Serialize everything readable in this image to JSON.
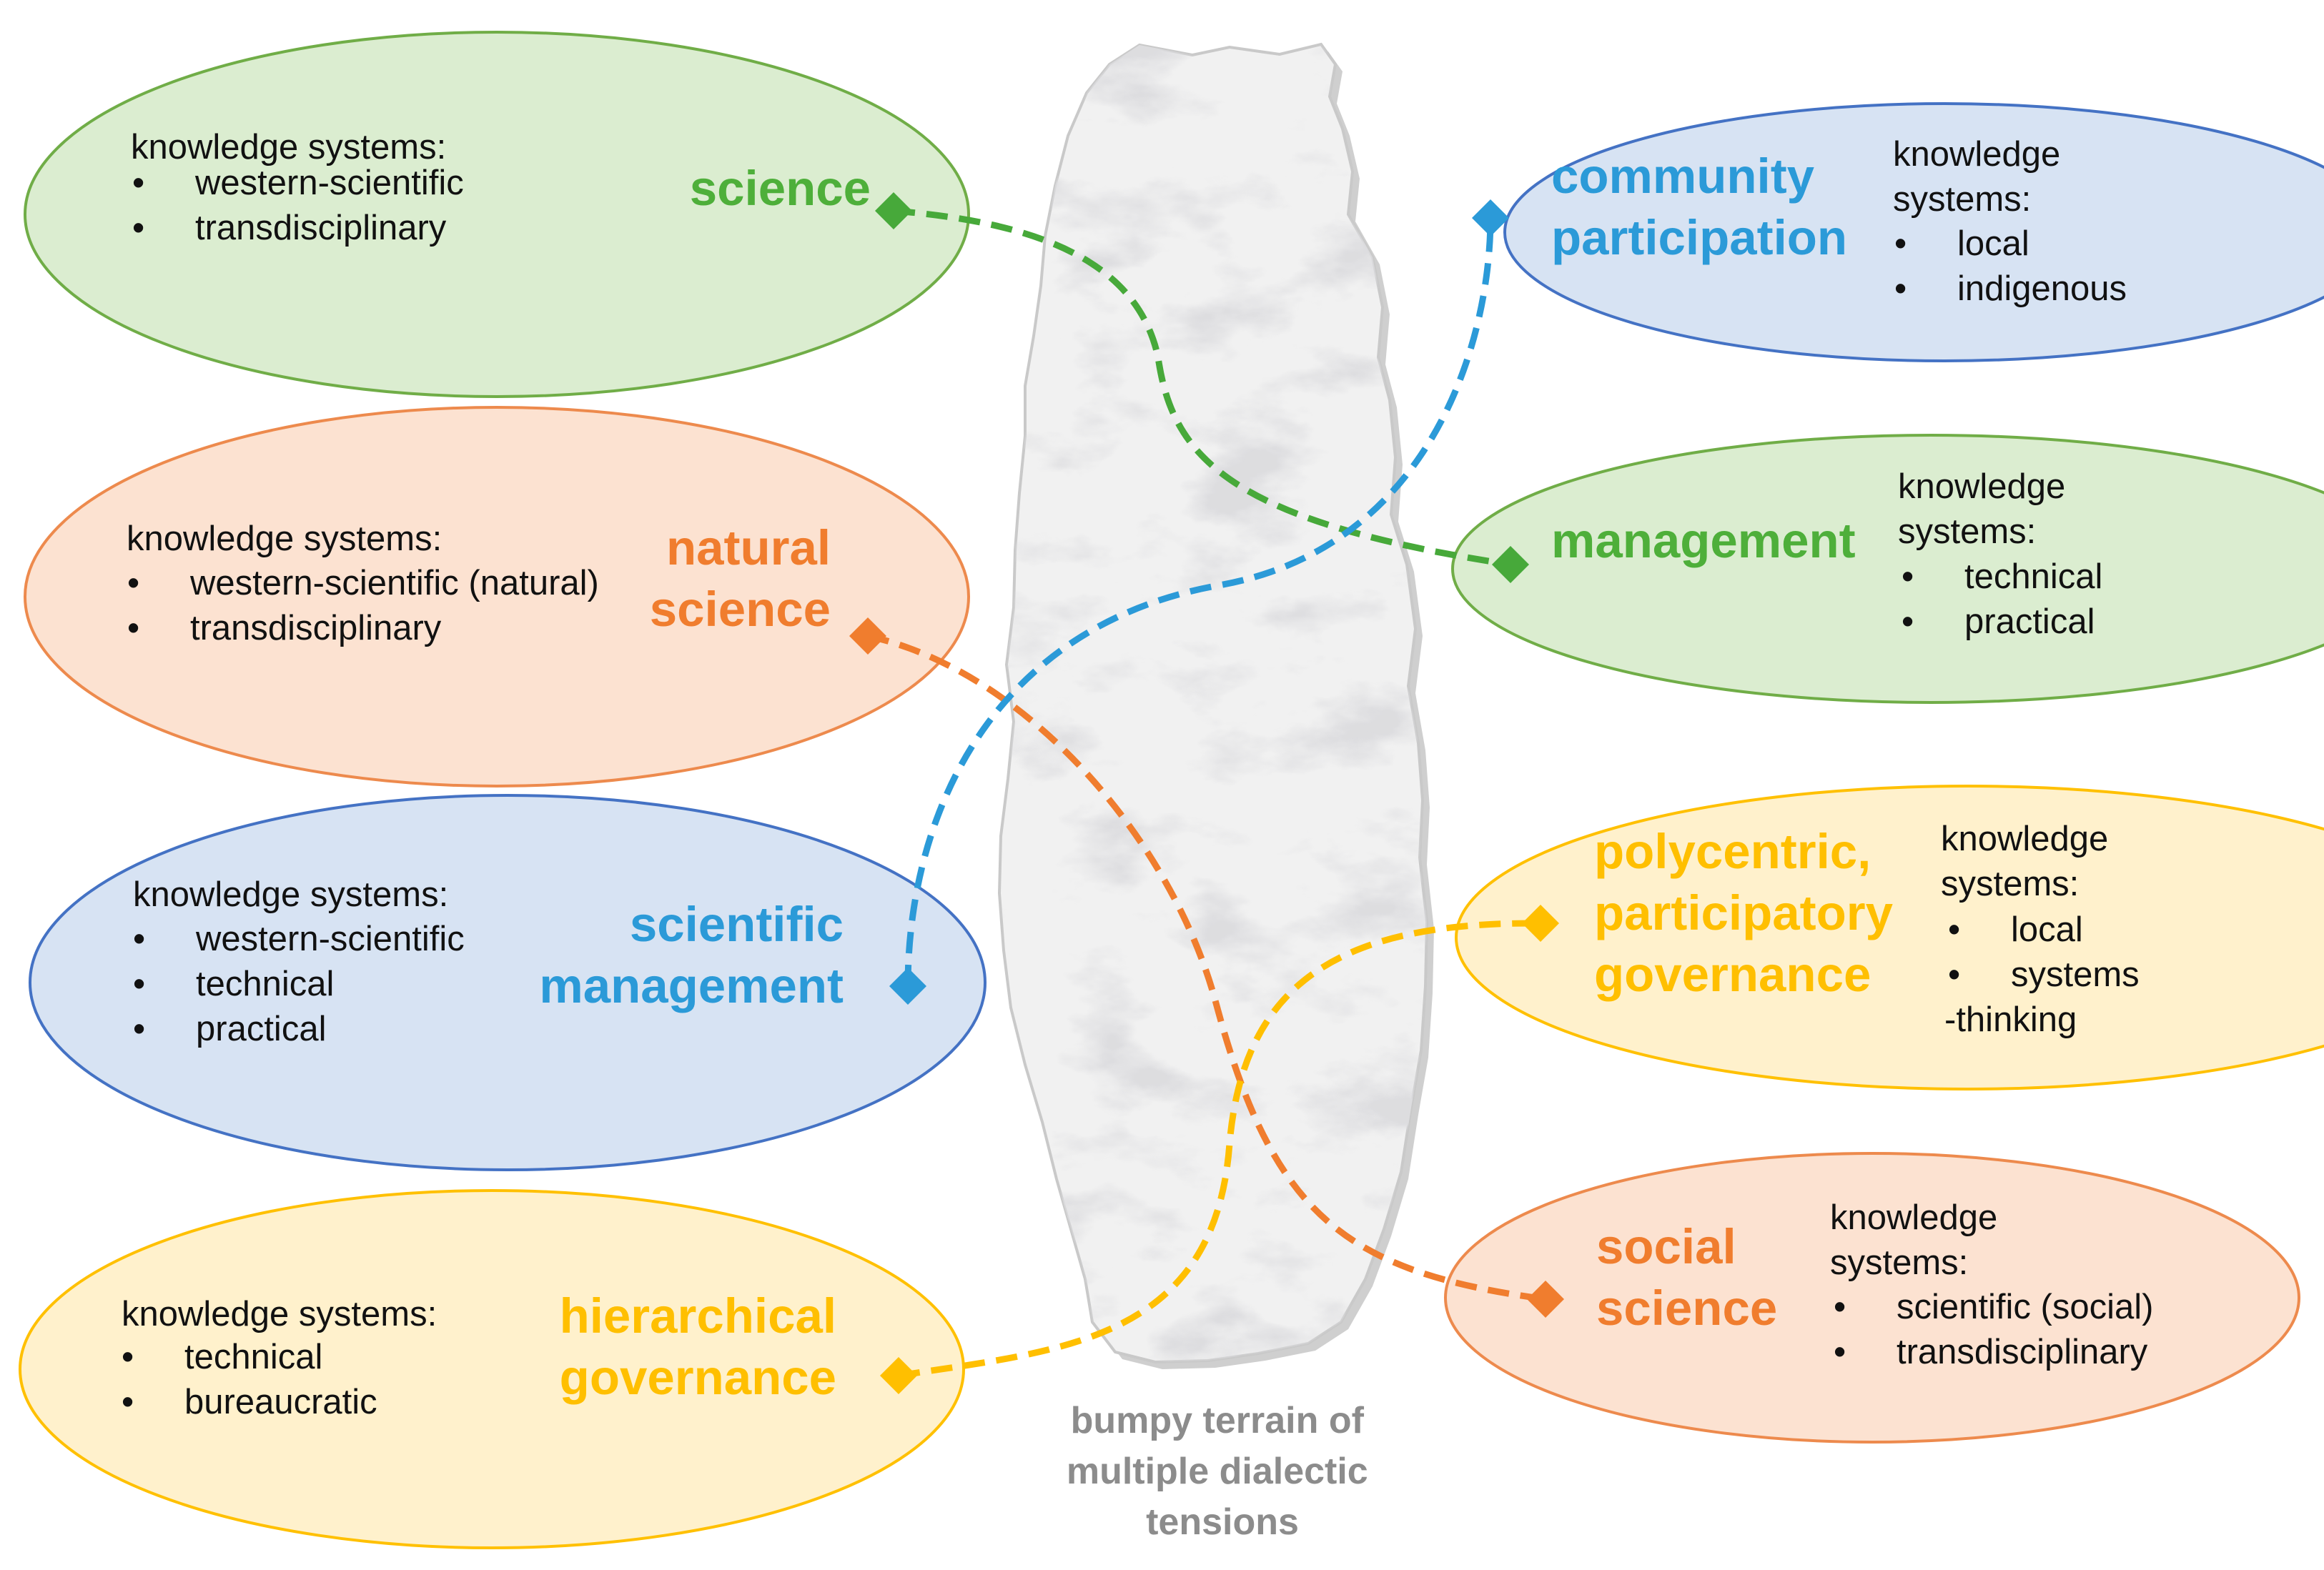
{
  "colors": {
    "green": {
      "fill": "#dbedd0",
      "stroke": "#70ad47",
      "title": "#4eaf3a",
      "line": "#47a93a"
    },
    "orange": {
      "fill": "#fce2d1",
      "stroke": "#ed8a4d",
      "title": "#f07d2e",
      "line": "#f07d2e"
    },
    "blue": {
      "fill": "#d7e3f3",
      "stroke": "#4472c4",
      "title": "#2b9ad8",
      "line": "#2b9ad8"
    },
    "yellow": {
      "fill": "#fff1cc",
      "stroke": "#ffc000",
      "title": "#ffbf00",
      "line": "#ffbf00"
    }
  },
  "terrain_label": [
    "bumpy terrain of",
    "multiple dialectic",
    "tensions"
  ],
  "nodes": [
    {
      "id": "science",
      "color": "green",
      "title": [
        "science"
      ],
      "heading": "knowledge systems:",
      "items": [
        "western-scientific",
        "transdisciplinary"
      ]
    },
    {
      "id": "natural-science",
      "color": "orange",
      "title": [
        "natural",
        "science"
      ],
      "heading": "knowledge systems:",
      "items": [
        "western-scientific (natural)",
        "transdisciplinary"
      ]
    },
    {
      "id": "scientific-management",
      "color": "blue",
      "title": [
        "scientific",
        "management"
      ],
      "heading": "knowledge systems:",
      "items": [
        "western-scientific",
        "technical",
        "practical"
      ]
    },
    {
      "id": "hierarchical-governance",
      "color": "yellow",
      "title": [
        "hierarchical",
        "governance"
      ],
      "heading": "knowledge systems:",
      "items": [
        "technical",
        "bureaucratic"
      ]
    },
    {
      "id": "community-participation",
      "color": "blue",
      "title": [
        "community",
        "participation"
      ],
      "heading": [
        "knowledge",
        "systems:"
      ],
      "items": [
        "local",
        "indigenous"
      ]
    },
    {
      "id": "management",
      "color": "green",
      "title": [
        "management"
      ],
      "heading": [
        "knowledge",
        "systems:"
      ],
      "items": [
        "technical",
        "practical"
      ]
    },
    {
      "id": "polycentric-participatory-governance",
      "color": "yellow",
      "title": [
        "polycentric,",
        "participatory",
        "governance"
      ],
      "heading": [
        "knowledge",
        "systems:"
      ],
      "items": [
        "local",
        "systems"
      ],
      "continuation": "-thinking"
    },
    {
      "id": "social-science",
      "color": "orange",
      "title": [
        "social",
        "science"
      ],
      "heading": [
        "knowledge",
        "systems:"
      ],
      "items": [
        "scientific (social)",
        "transdisciplinary"
      ]
    }
  ],
  "connections": [
    {
      "from": "science",
      "to": "management",
      "color": "green"
    },
    {
      "from": "natural-science",
      "to": "social-science",
      "color": "orange"
    },
    {
      "from": "scientific-management",
      "to": "community-participation",
      "color": "blue"
    },
    {
      "from": "hierarchical-governance",
      "to": "polycentric-participatory-governance",
      "color": "yellow"
    }
  ]
}
